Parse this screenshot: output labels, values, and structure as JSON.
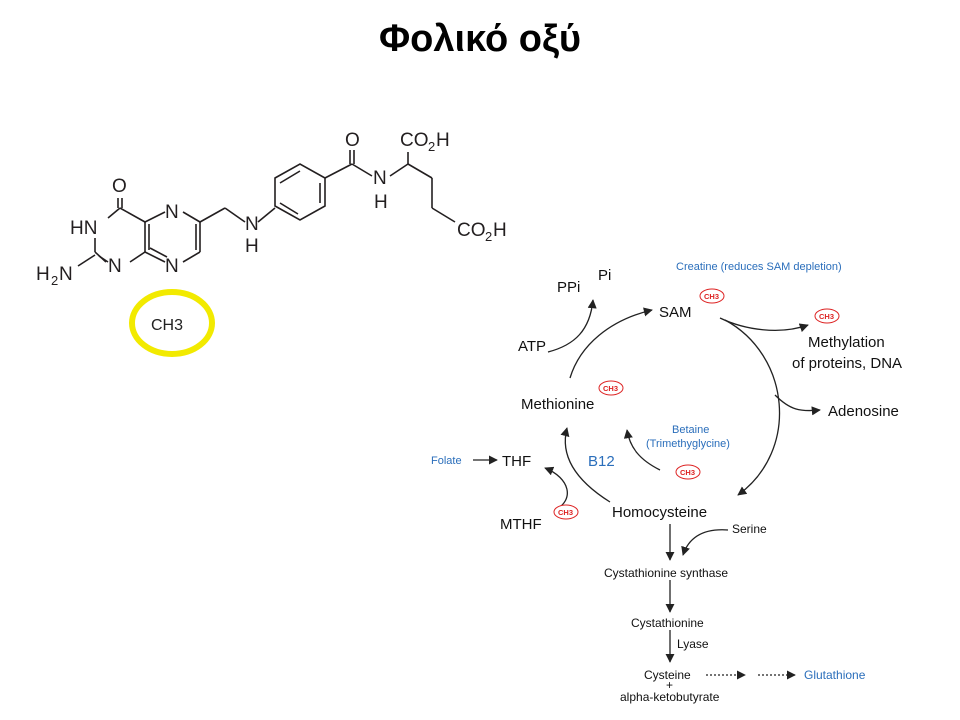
{
  "title": "Φολικό οξύ",
  "molecule": {
    "atoms": {
      "O": "O",
      "HN": "HN",
      "N_ring_top": "N",
      "N_ring_bottom1": "N",
      "N_ring_bottom2": "N",
      "H2N": "H",
      "H2N_sub": "2",
      "H2N_N": "N",
      "NH_bridge_N": "N",
      "NH_bridge_H": "H",
      "amide_O": "O",
      "amide_N": "N",
      "amide_H": "H",
      "co2h_top_CO": "CO",
      "co2h_top_sub": "2",
      "co2h_top_H": "H",
      "co2h_bot_CO": "CO",
      "co2h_bot_sub": "2",
      "co2h_bot_H": "H"
    },
    "highlight_label": "CH3",
    "highlight_color": "#f2ea00"
  },
  "pathway": {
    "nodes": {
      "sam": "SAM",
      "methionine": "Methionine",
      "homocysteine": "Homocysteine",
      "thf": "THF",
      "mthf": "MTHF",
      "atp": "ATP",
      "ppi": "PPi",
      "pi": "Pi",
      "methylation_line1": "Methylation",
      "methylation_line2": "of proteins, DNA",
      "adenosine": "Adenosine",
      "serine": "Serine",
      "cystathionine_synthase": "Cystathionine synthase",
      "cystathionine": "Cystathionine",
      "lyase": "Lyase",
      "cysteine": "Cysteine",
      "plus": "+",
      "alpha_keto": "alpha-ketobutyrate",
      "glutathione": "Glutathione"
    },
    "blue_labels": {
      "creatine": "Creatine (reduces SAM depletion)",
      "betaine_line1": "Betaine",
      "betaine_line2": "(Trimethyglycine)",
      "folate": "Folate",
      "b12": "B12"
    },
    "badge": "CH3",
    "badge_color": "#d22222",
    "blue_color": "#2a6ebb"
  }
}
